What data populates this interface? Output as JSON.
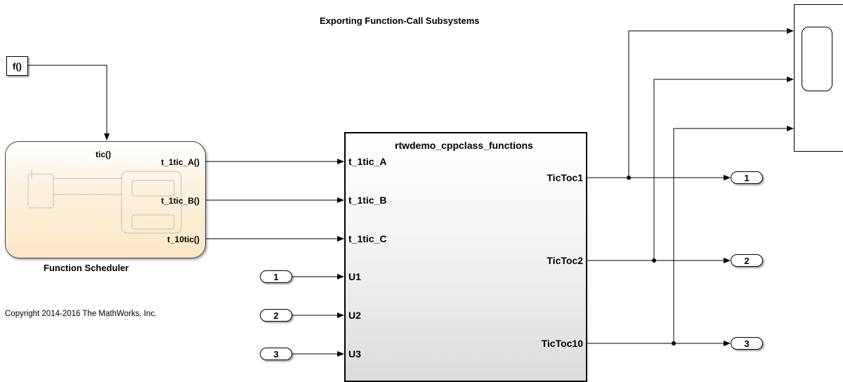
{
  "diagram": {
    "title": "Exporting Function-Call Subsystems",
    "copyright": "Copyright 2014-2016 The MathWorks, Inc."
  },
  "function_block": {
    "label": "f()"
  },
  "scheduler": {
    "name": "Function Scheduler",
    "input_label": "tic()",
    "outputs": [
      "t_1tic_A()",
      "t_1tic_B()",
      "t_10tic()"
    ]
  },
  "subsystem": {
    "name": "rtwdemo_cppclass_functions",
    "inputs": [
      "t_1tic_A",
      "t_1tic_B",
      "t_1tic_C",
      "U1",
      "U2",
      "U3"
    ],
    "outputs": [
      "TicToc1",
      "TicToc2",
      "TicToc10"
    ]
  },
  "inports": [
    "1",
    "2",
    "3"
  ],
  "outports": [
    "1",
    "2",
    "3"
  ],
  "colors": {
    "line": "#000000",
    "scheduler_fill": "#fbe7c5",
    "subsystem_fill": "#dcdcdc"
  }
}
